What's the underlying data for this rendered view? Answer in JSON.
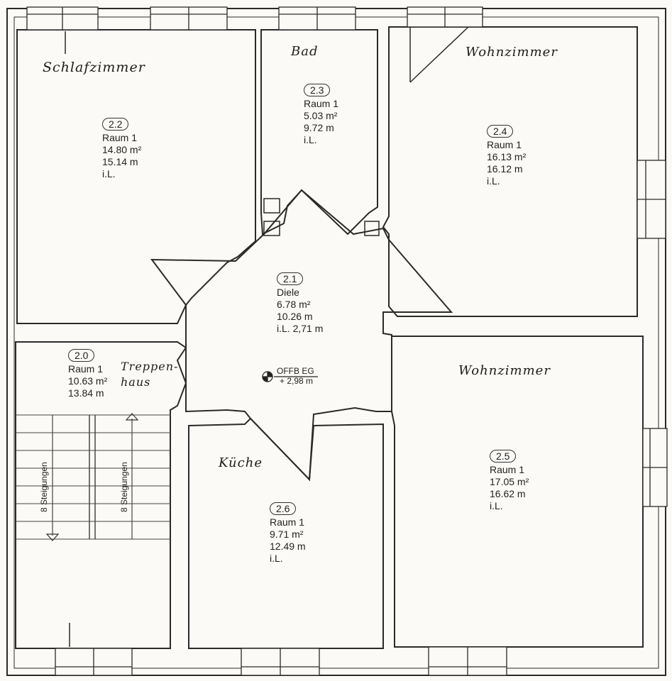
{
  "rooms": [
    {
      "id": "2.2",
      "name": "Raum 1",
      "area": "14.80 m²",
      "perimeter": "15.14 m",
      "note": "i.L.",
      "handwritten": "Schlafzimmer"
    },
    {
      "id": "2.3",
      "name": "Raum 1",
      "area": "5.03 m²",
      "perimeter": "9.72 m",
      "note": "i.L.",
      "handwritten": "Bad"
    },
    {
      "id": "2.4",
      "name": "Raum 1",
      "area": "16.13 m²",
      "perimeter": "16.12 m",
      "note": "i.L.",
      "handwritten": "Wohnzimmer"
    },
    {
      "id": "2.1",
      "name": "Diele",
      "area": "6.78 m²",
      "perimeter": "10.26 m",
      "note": "i.L. 2,71 m",
      "handwritten": ""
    },
    {
      "id": "2.0",
      "name": "Raum 1",
      "area": "10.63 m²",
      "perimeter": "13.84 m",
      "note": "",
      "handwritten": "Treppen-haus"
    },
    {
      "id": "2.5",
      "name": "Raum 1",
      "area": "17.05 m²",
      "perimeter": "16.62 m",
      "note": "i.L.",
      "handwritten": "Wohnzimmer"
    },
    {
      "id": "2.6",
      "name": "Raum 1",
      "area": "9.71 m²",
      "perimeter": "12.49 m",
      "note": "i.L.",
      "handwritten": "Küche"
    }
  ],
  "stairs": {
    "label_left": "8 Steigungen",
    "label_right": "8 Steigungen"
  },
  "level_marker": {
    "label": "OFFB EG",
    "value": "+ 2,98 m"
  },
  "colors": {
    "line": "#2a2a2a",
    "paper": "#fbfaf6"
  }
}
